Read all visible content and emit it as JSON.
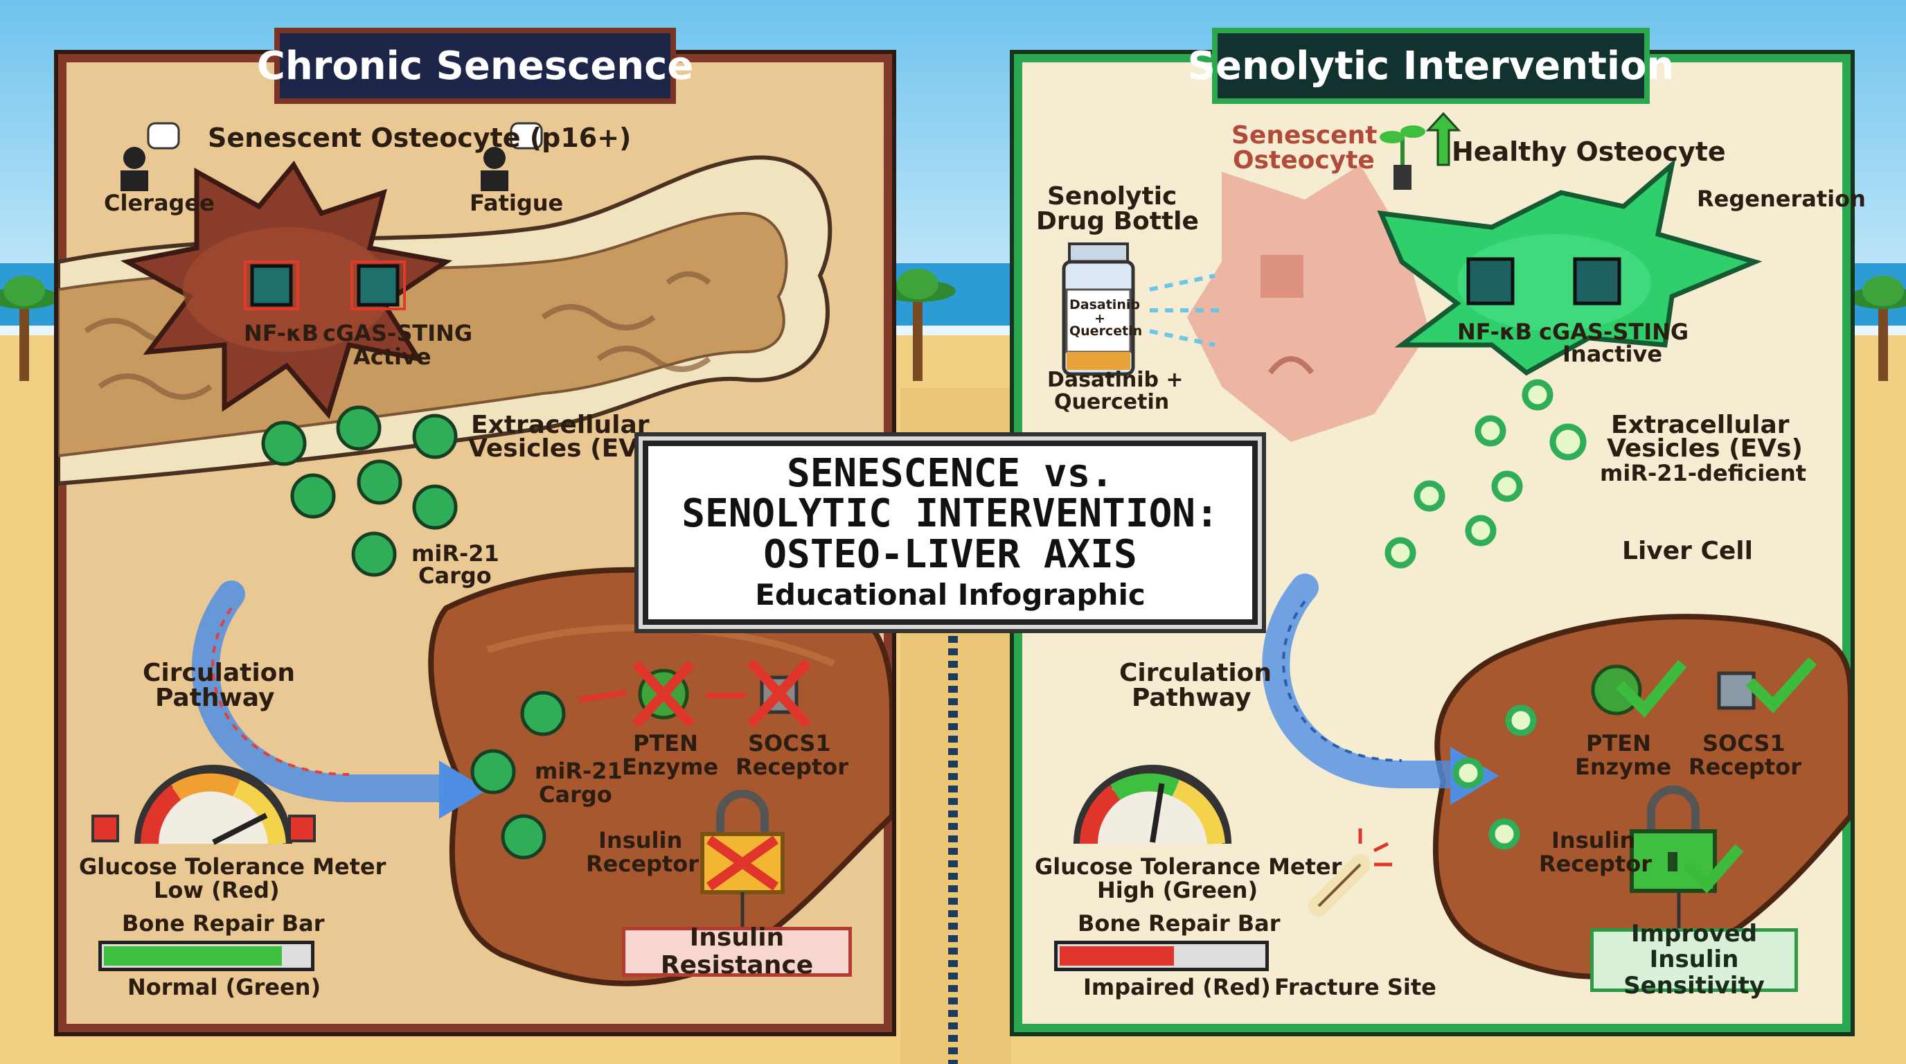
{
  "main_title": {
    "line1": "SENESCENCE vs.",
    "line2": "SENOLYTIC INTERVENTION:",
    "line3": "OSTEO-LIVER AXIS",
    "subtitle": "Educational Infographic"
  },
  "left": {
    "title": "Chronic Senescence",
    "cell_label": "Senescent Osteocyte (p16+)",
    "cleragee": "Cleragee",
    "fatigue": "Fatigue",
    "nfkb": "NF-κB",
    "cgas": "cGAS-STING",
    "cgas_state": "Active",
    "ev_label_1": "Extracellular",
    "ev_label_2": "Vesicles (EVs)",
    "mir_label_1": "miR-21",
    "mir_label_2": "Cargo",
    "circ_1": "Circulation",
    "circ_2": "Pathway",
    "mir_liver_1": "miR-21",
    "mir_liver_2": "Cargo",
    "pten_1": "PTEN",
    "pten_2": "Enzyme",
    "socs_1": "SOCS1",
    "socs_2": "Receptor",
    "ins_1": "Insulin",
    "ins_2": "Receptor",
    "insulin_resistance": "Insulin Resistance",
    "glucose_1": "Glucose Tolerance Meter",
    "glucose_2": "Low (Red)",
    "bone_bar": "Bone Repair Bar",
    "bone_status": "Normal (Green)",
    "bone_fill": 0.85,
    "gauge_level": 0.85
  },
  "right": {
    "title": "Senolytic Intervention",
    "senescent_1": "Senescent",
    "senescent_2": "Osteocyte",
    "healthy": "Healthy Osteocyte",
    "regeneration": "Regeneration",
    "drug_1": "Senolytic",
    "drug_2": "Drug Bottle",
    "vial_1": "Dasatinib",
    "vial_2": "+",
    "vial_3": "Quercetin",
    "drug_caption_1": "Dasatinib +",
    "drug_caption_2": "Quercetin",
    "nfkb": "NF-κB",
    "cgas": "cGAS-STING",
    "cgas_state": "Inactive",
    "ev_label_1": "Extracellular",
    "ev_label_2": "Vesicles (EVs)",
    "ev_label_3": "miR-21-deficient",
    "liver": "Liver Cell",
    "circ_1": "Circulation",
    "circ_2": "Pathway",
    "pten_1": "PTEN",
    "pten_2": "Enzyme",
    "socs_1": "SOCS1",
    "socs_2": "Receptor",
    "ins_1": "Insulin",
    "ins_2": "Receptor",
    "improved_1": "Improved Insulin",
    "improved_2": "Sensitivity",
    "glucose_1": "Glucose Tolerance Meter",
    "glucose_2": "High (Green)",
    "bone_bar": "Bone Repair Bar",
    "bone_status": "Impaired (Red)",
    "fracture": "Fracture Site",
    "bone_fill": 0.55,
    "gauge_level": 0.55
  },
  "colors": {
    "left_frame": "#823b2a",
    "right_frame": "#2aa74f",
    "ev_green": "#2fae57",
    "arrow_blue": "#4f8fe3",
    "cross_red": "#e0352b",
    "check_green": "#3dbb3d"
  }
}
